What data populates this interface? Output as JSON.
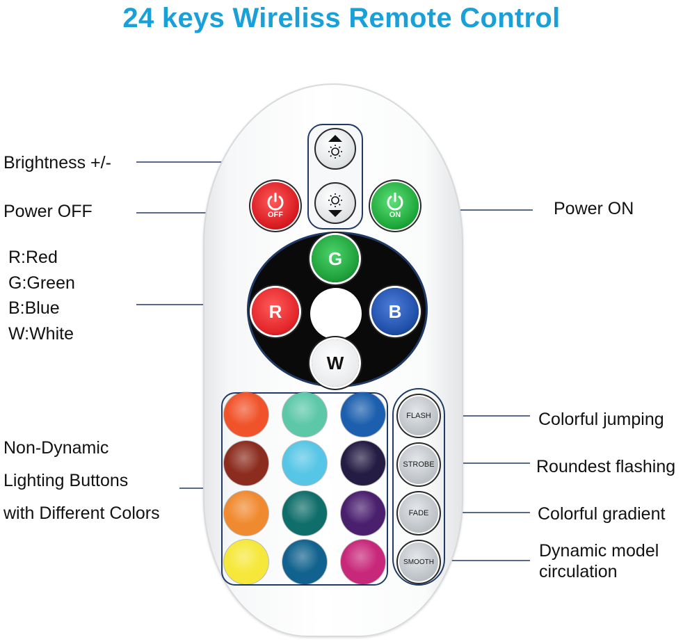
{
  "title": "24 keys Wireliss Remote Control",
  "title_color": "#1aa0d8",
  "callouts": {
    "brightness": "Brightness +/-",
    "power_off": "Power OFF",
    "power_on": "Power ON",
    "rgbw": [
      "R:Red",
      "G:Green",
      "B:Blue",
      "W:White"
    ],
    "non_dynamic": [
      "Non-Dynamic",
      "Lighting Buttons",
      "with Different Colors"
    ],
    "flash": "Colorful jumping",
    "strobe": "Roundest flashing",
    "fade": "Colorful gradient",
    "smooth": [
      "Dynamic model",
      "circulation"
    ]
  },
  "buttons": {
    "off": "OFF",
    "on": "ON",
    "r": "R",
    "g": "G",
    "b": "B",
    "w": "W",
    "flash": "FLASH",
    "strobe": "STROBE",
    "fade": "FADE",
    "smooth": "SMOOTH"
  },
  "colors": {
    "accent_line": "#203a66",
    "power_off": "#e0252a",
    "power_on": "#20a83a",
    "red": "#e3262a",
    "green": "#1fa03a",
    "blue": "#1f4fa8",
    "white": "#ffffff"
  },
  "color_grid": [
    [
      "#f0532a",
      "#5cc8a8",
      "#1c5fae"
    ],
    [
      "#8c2c1e",
      "#57c6e6",
      "#251c44"
    ],
    [
      "#f08a30",
      "#0f6e6a",
      "#4a1f6e"
    ],
    [
      "#f6e83a",
      "#11628e",
      "#c8287a"
    ]
  ]
}
